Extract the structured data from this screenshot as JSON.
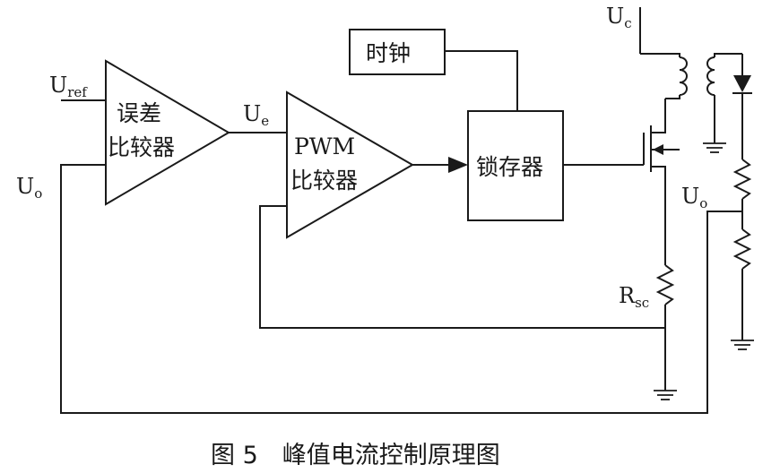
{
  "caption": "图 5　峰值电流控制原理图",
  "blocks": {
    "error_amp": {
      "line1": "误差",
      "line2": "比较器"
    },
    "pwm_comp": {
      "line1": "PWM",
      "line2": "比较器"
    },
    "latch": "锁存器",
    "clock": "时钟"
  },
  "labels": {
    "uref_main": "U",
    "uref_sub": "ref",
    "ue_main": "U",
    "ue_sub": "e",
    "uo_left_main": "U",
    "uo_left_sub": "o",
    "uc_main": "U",
    "uc_sub": "c",
    "uo_right_main": "U",
    "uo_right_sub": "o",
    "rsc_main": "R",
    "rsc_sub": "sc"
  }
}
